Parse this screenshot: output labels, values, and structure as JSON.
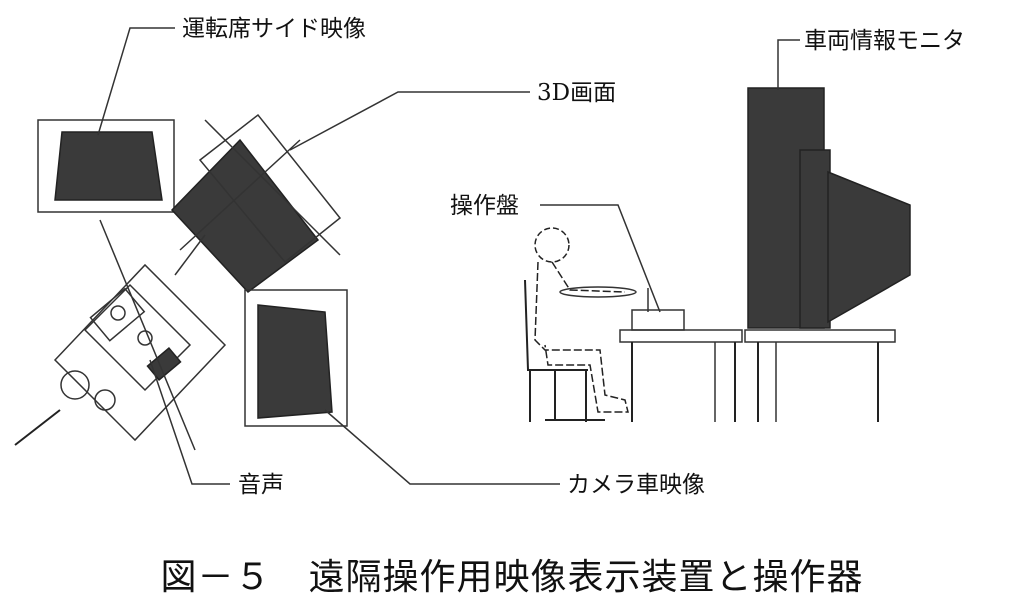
{
  "labels": {
    "driver_side_video": "運転席サイド映像",
    "screen_3d": "3D画面",
    "vehicle_info_monitor": "車両情報モニタ",
    "control_panel": "操作盤",
    "audio": "音声",
    "camera_car_video": "カメラ車映像"
  },
  "caption": "図－５　遠隔操作用映像表示装置と操作器"
}
